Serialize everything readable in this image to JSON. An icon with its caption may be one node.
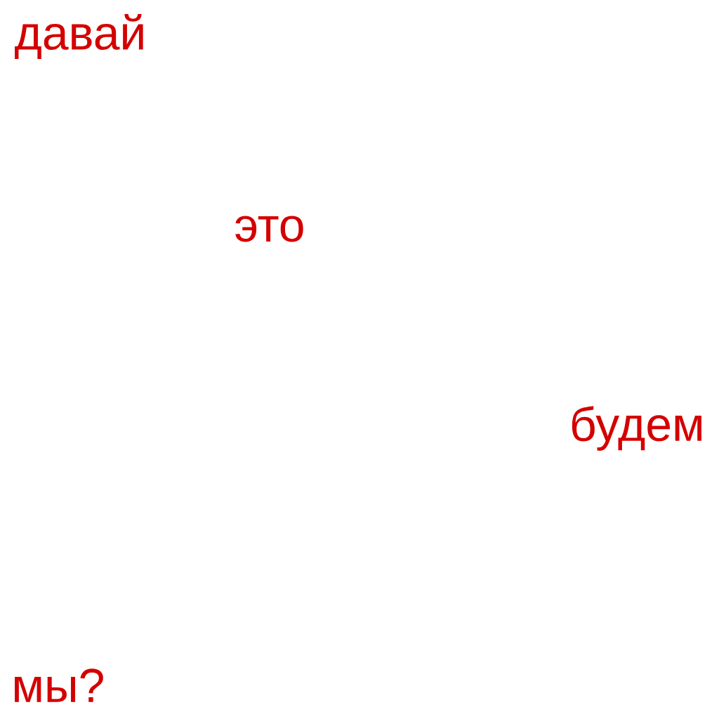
{
  "diagram": {
    "labels": [
      "давай",
      "это",
      "будем",
      "мы?"
    ]
  }
}
